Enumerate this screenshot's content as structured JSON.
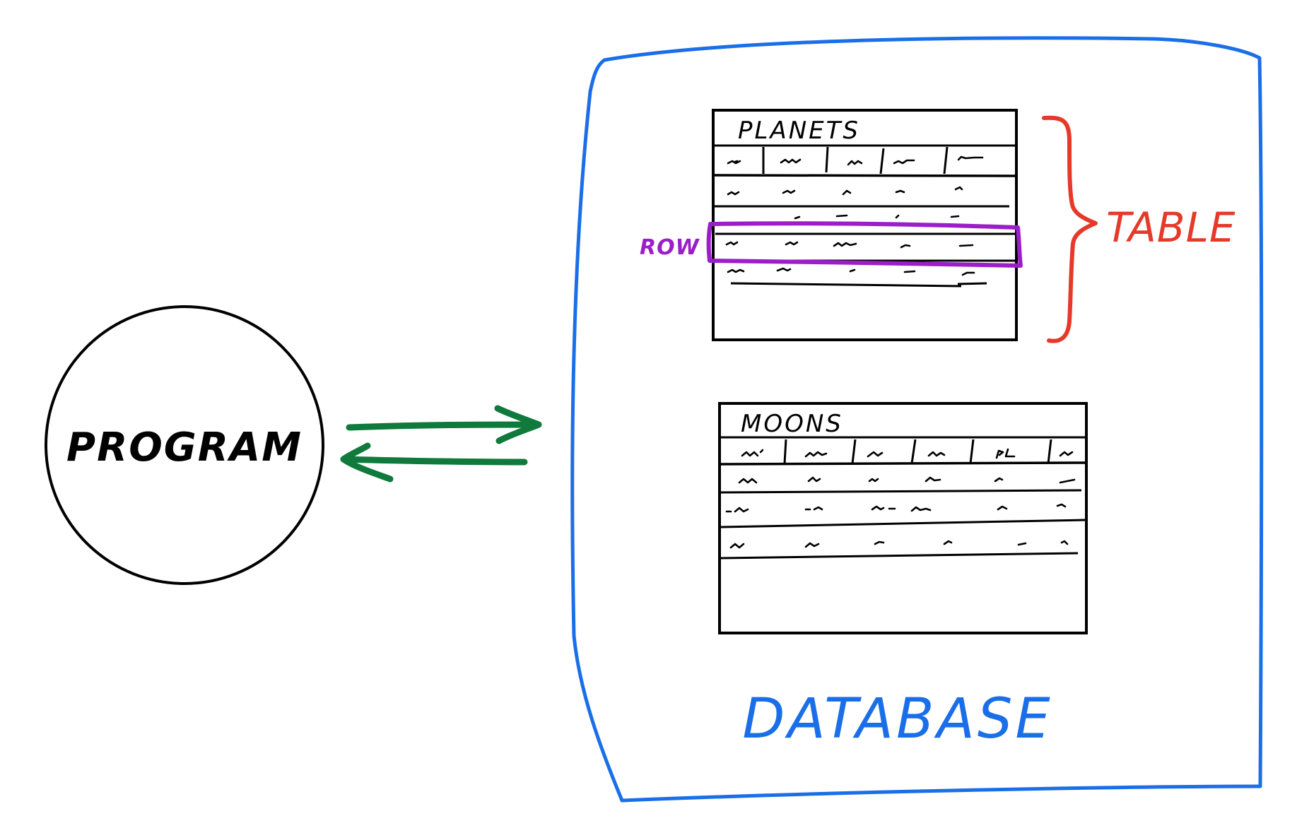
{
  "program": {
    "label": "PROGRAM"
  },
  "database": {
    "label": "DATABASE",
    "tables": [
      {
        "name": "PLANETS",
        "columns": 5,
        "data_rows": 4
      },
      {
        "name": "MOONS",
        "columns": 6,
        "data_rows": 3
      }
    ]
  },
  "annotations": {
    "table_label": "TABLE",
    "row_label": "ROW"
  },
  "colors": {
    "ink": "#000000",
    "database": "#1a6fe8",
    "arrows": "#0f7a3c",
    "table_brace": "#e53a2a",
    "row_highlight": "#9b1ec8"
  }
}
